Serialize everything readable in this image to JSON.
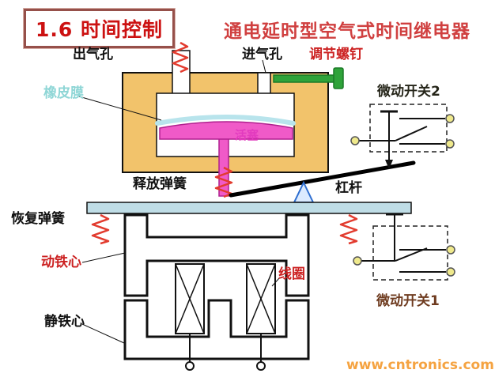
{
  "header": {
    "lesson_badge": "1.6 时间控制",
    "title": "通电延时型空气式时间继电器"
  },
  "labels": {
    "outlet": "出气孔",
    "inlet": "进气孔",
    "adjust_screw": "调节螺钉",
    "membrane": "橡皮膜",
    "piston": "活塞",
    "micro_switch_2": "微动开关2",
    "release_spring": "释放弹簧",
    "lever": "杠杆",
    "recovery_spring": "恢复弹簧",
    "moving_core": "动铁心",
    "coil": "线圈",
    "static_core": "静铁心",
    "micro_switch_1": "微动开关1"
  },
  "watermark": "www.cntronics.com",
  "colors": {
    "badge_red": "#cc1111",
    "title_red": "#d04040",
    "chamber_orange": "#f2c36b",
    "membrane_cyan": "#b8e4ec",
    "piston_pink": "#f05ac8",
    "bar_blue": "#bfdde6",
    "spring_red": "#e23b2e",
    "screw_green": "#2fa33a",
    "terminal_yellow": "#efe98c",
    "fulcrum_blue": "#2f6fd0",
    "watermark_orange": "#f5a341"
  }
}
